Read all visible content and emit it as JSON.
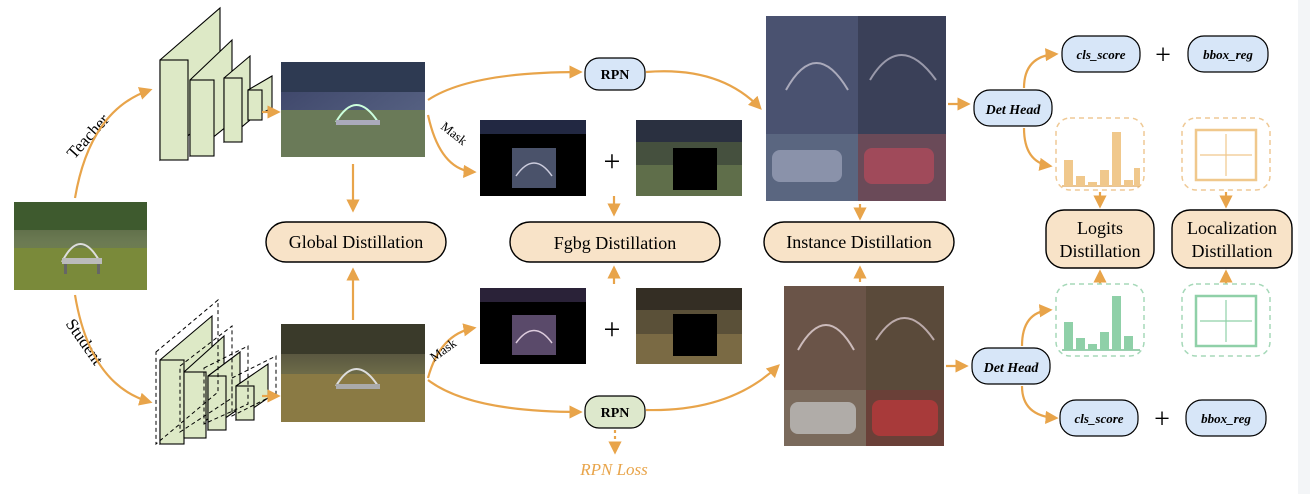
{
  "labels": {
    "teacher": "Teacher",
    "student": "Student",
    "global_distillation": "Global Distillation",
    "fgbg_distillation": "Fgbg Distillation",
    "instance_distillation": "Instance Distillation",
    "logits_distillation_line1": "Logits",
    "logits_distillation_line2": "Distillation",
    "localization_distillation_line1": "Localization",
    "localization_distillation_line2": "Distillation",
    "rpn_top": "RPN",
    "rpn_bottom": "RPN",
    "rpn_loss": "RPN Loss",
    "mask_top": "Mask",
    "mask_bottom": "Mask",
    "det_head_top": "Det Head",
    "det_head_bottom": "Det Head",
    "cls_score_top": "cls_score",
    "bbox_reg_top": "bbox_reg",
    "cls_score_bottom": "cls_score",
    "bbox_reg_bottom": "bbox_reg",
    "plus": "+"
  },
  "colors": {
    "arrow": "#e8a44a",
    "pill_fill": "#f8e3c8",
    "blue_fill": "#d7e6f8",
    "green_fill": "#dde8cc",
    "teacher_hist": "#f0c88c",
    "student_hist": "#8fd0a8"
  },
  "icons": {
    "scene_photo": "park-bench-photo",
    "network": "cnn-layers-icon",
    "histogram": "histogram-icon",
    "bbox": "bounding-box-icon"
  }
}
